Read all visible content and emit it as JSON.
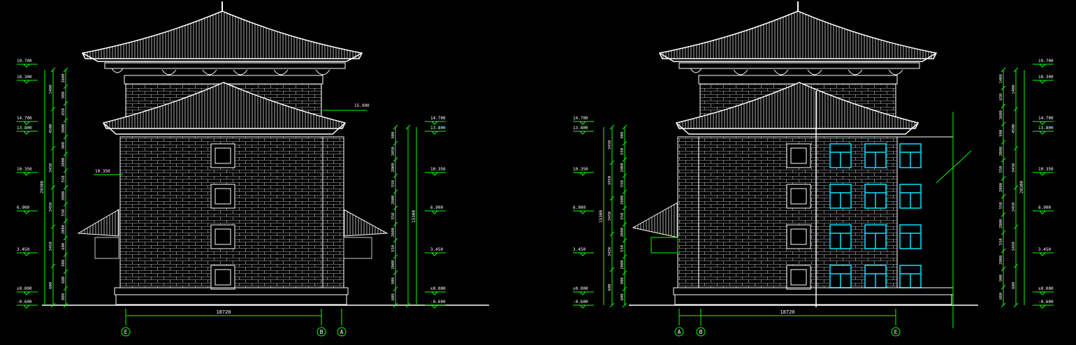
{
  "colors": {
    "background": "#000000",
    "linework": "#ffffff",
    "dimension": "#00ff00",
    "window_cyan": "#00e5ff",
    "label": "#ffffff"
  },
  "left_elevation": {
    "elevations": [
      "19.700",
      "18.300",
      "14.700",
      "13.800",
      "10.350",
      "6.900",
      "3.450",
      "±0.000",
      "-0.600"
    ],
    "left_dims": [
      "1400",
      "4500",
      "3450",
      "3450",
      "3450",
      "600"
    ],
    "left_total": "20300",
    "left_dims_inner": [
      "3600",
      "900",
      "650",
      "3000",
      "900",
      "2000",
      "550",
      "2000",
      "550",
      "2000",
      "600",
      "900",
      "600",
      "800"
    ],
    "right_elevations": [
      "14.700",
      "13.800",
      "10.350",
      "6.900",
      "3.450",
      "±0.000",
      "-0.600"
    ],
    "right_dims_inner": [
      "900",
      "1050",
      "2000",
      "550",
      "2000",
      "550",
      "2000",
      "550",
      "2000",
      "900",
      "600"
    ],
    "right_total": "15300",
    "eave_label": "15.900",
    "side_label": "10.350",
    "bottom_dim": "18720",
    "axes": [
      "E",
      "B",
      "A"
    ]
  },
  "right_elevation": {
    "left_elevations": [
      "14.700",
      "13.800",
      "10.350",
      "6.900",
      "3.450",
      "±0.000",
      "-0.600"
    ],
    "left_dims": [
      "3450",
      "3450",
      "3450",
      "3450",
      "600"
    ],
    "left_dims_inner": [
      "900",
      "550",
      "2000",
      "550",
      "2000",
      "550",
      "2000",
      "550",
      "2000",
      "900",
      "600"
    ],
    "left_total": "15300",
    "right_elevations": [
      "19.700",
      "18.300",
      "14.700",
      "13.800",
      "10.350",
      "6.900",
      "3.450",
      "±0.000",
      "-0.600"
    ],
    "right_dims": [
      "1400",
      "4500",
      "3450",
      "3450",
      "3450",
      "600"
    ],
    "right_dims_inner": [
      "1400",
      "650",
      "3600",
      "900",
      "2000",
      "550",
      "2000",
      "550",
      "2000",
      "550",
      "2000",
      "900",
      "600"
    ],
    "right_total": "20300",
    "bottom_dim": "18720",
    "axes": [
      "A",
      "B",
      "E"
    ]
  }
}
